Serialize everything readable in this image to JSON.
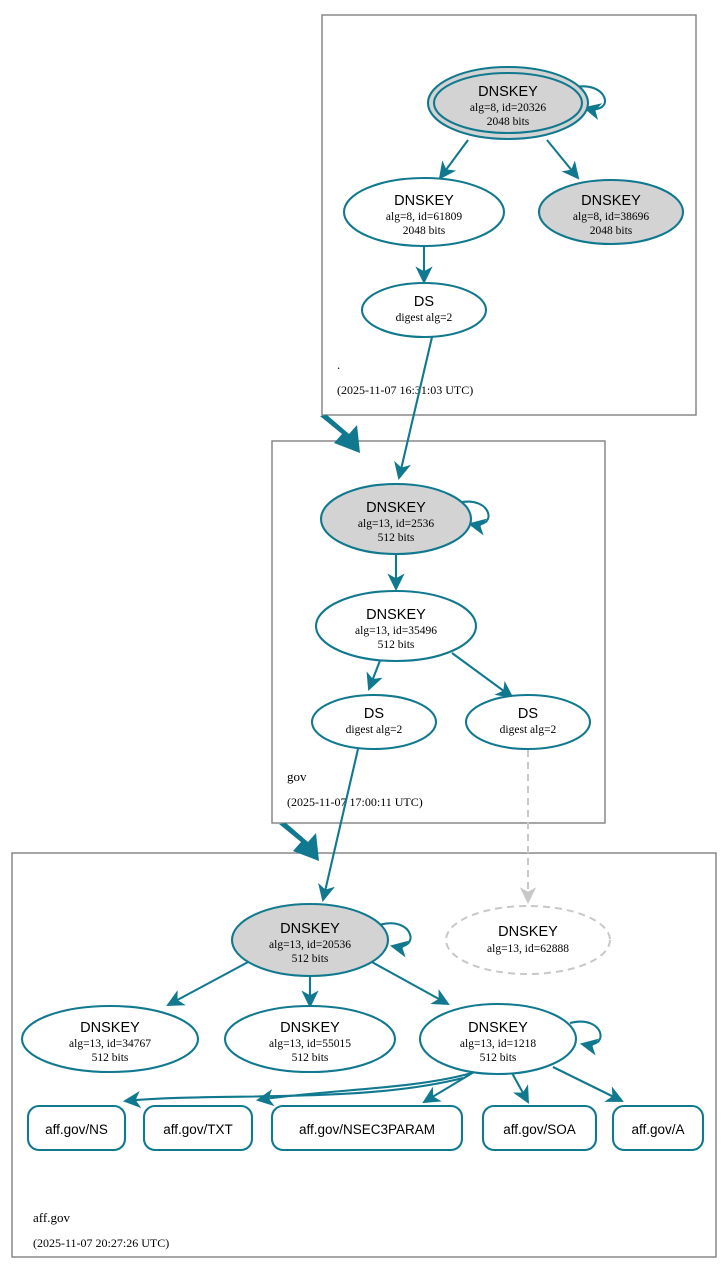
{
  "diagram": {
    "kind": "dnssec-authentication-chain",
    "accent_color": "#11798f",
    "secure_fill_color": "#d3d3d3",
    "insecure_color": "#c8c8c8",
    "zone_border_color": "#808080"
  },
  "zones": [
    {
      "id": "root",
      "name": ".",
      "timestamp": "(2025-11-07 16:31:03 UTC)",
      "nodes": [
        {
          "id": "root-ksk-20326",
          "type": "DNSKEY",
          "title": "DNSKEY",
          "line2": "alg=8, id=20326",
          "line3": "2048 bits",
          "style": "trust-anchor-gray-double",
          "self_sign": true
        },
        {
          "id": "root-zsk-61809",
          "type": "DNSKEY",
          "title": "DNSKEY",
          "line2": "alg=8, id=61809",
          "line3": "2048 bits",
          "style": "white",
          "self_sign": false
        },
        {
          "id": "root-key-38696",
          "type": "DNSKEY",
          "title": "DNSKEY",
          "line2": "alg=8, id=38696",
          "line3": "2048 bits",
          "style": "gray",
          "self_sign": false
        },
        {
          "id": "root-ds-gov",
          "type": "DS",
          "title": "DS",
          "line2": "digest alg=2",
          "line3": "",
          "style": "white",
          "self_sign": false
        }
      ]
    },
    {
      "id": "gov",
      "name": "gov",
      "timestamp": "(2025-11-07 17:00:11 UTC)",
      "nodes": [
        {
          "id": "gov-ksk-2536",
          "type": "DNSKEY",
          "title": "DNSKEY",
          "line2": "alg=13, id=2536",
          "line3": "512 bits",
          "style": "gray",
          "self_sign": true
        },
        {
          "id": "gov-zsk-35496",
          "type": "DNSKEY",
          "title": "DNSKEY",
          "line2": "alg=13, id=35496",
          "line3": "512 bits",
          "style": "white",
          "self_sign": false
        },
        {
          "id": "gov-ds-a",
          "type": "DS",
          "title": "DS",
          "line2": "digest alg=2",
          "line3": "",
          "style": "white",
          "self_sign": false
        },
        {
          "id": "gov-ds-b",
          "type": "DS",
          "title": "DS",
          "line2": "digest alg=2",
          "line3": "",
          "style": "white",
          "self_sign": false
        }
      ]
    },
    {
      "id": "affgov",
      "name": "aff.gov",
      "timestamp": "(2025-11-07 20:27:26 UTC)",
      "nodes": [
        {
          "id": "aff-ksk-20536",
          "type": "DNSKEY",
          "title": "DNSKEY",
          "line2": "alg=13, id=20536",
          "line3": "512 bits",
          "style": "gray",
          "self_sign": true
        },
        {
          "id": "aff-key-62888",
          "type": "DNSKEY",
          "title": "DNSKEY",
          "line2": "alg=13, id=62888",
          "line3": "",
          "style": "dashed-insecure",
          "self_sign": false
        },
        {
          "id": "aff-key-34767",
          "type": "DNSKEY",
          "title": "DNSKEY",
          "line2": "alg=13, id=34767",
          "line3": "512 bits",
          "style": "white",
          "self_sign": false
        },
        {
          "id": "aff-key-55015",
          "type": "DNSKEY",
          "title": "DNSKEY",
          "line2": "alg=13, id=55015",
          "line3": "512 bits",
          "style": "white",
          "self_sign": false
        },
        {
          "id": "aff-key-1218",
          "type": "DNSKEY",
          "title": "DNSKEY",
          "line2": "alg=13, id=1218",
          "line3": "512 bits",
          "style": "white",
          "self_sign": true
        }
      ],
      "rrsets": [
        {
          "id": "rr-ns",
          "label": "aff.gov/NS"
        },
        {
          "id": "rr-txt",
          "label": "aff.gov/TXT"
        },
        {
          "id": "rr-nsec3param",
          "label": "aff.gov/NSEC3PARAM"
        },
        {
          "id": "rr-soa",
          "label": "aff.gov/SOA"
        },
        {
          "id": "rr-a",
          "label": "aff.gov/A"
        }
      ]
    }
  ]
}
